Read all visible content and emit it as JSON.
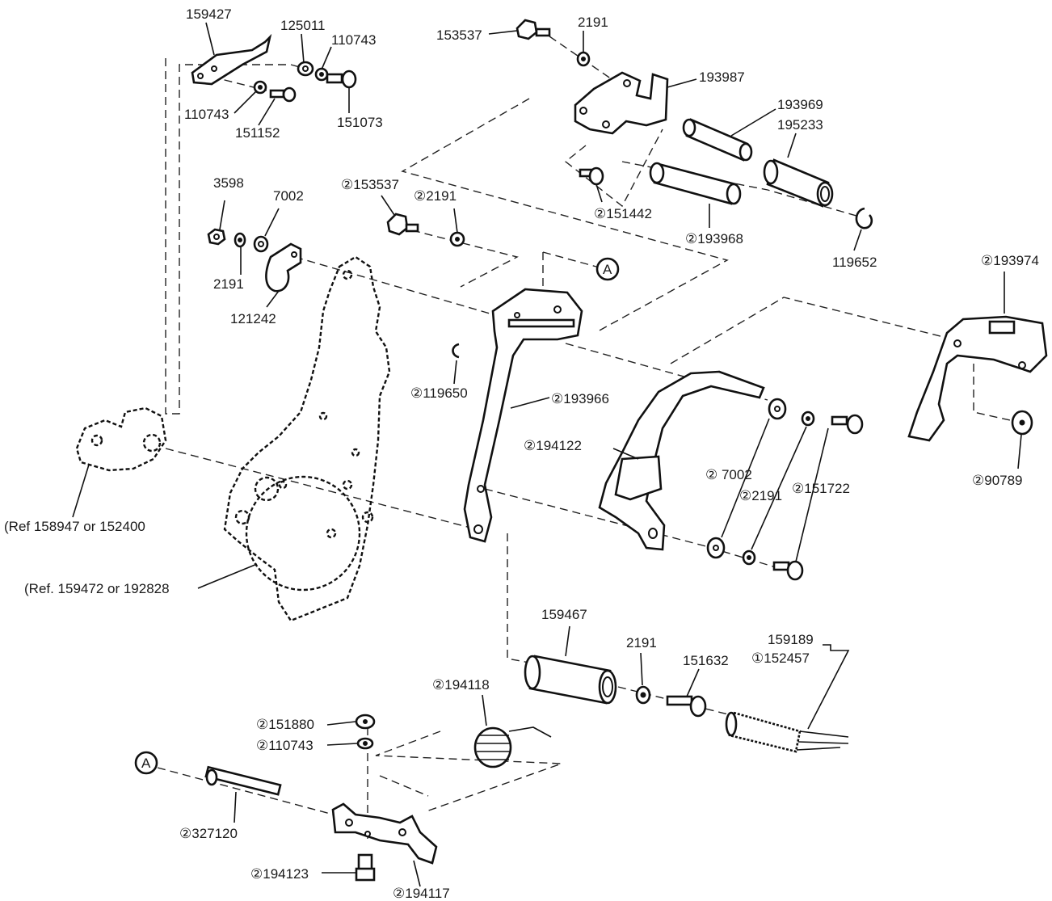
{
  "labels": {
    "p159427": "159427",
    "p125011": "125011",
    "p110743a": "110743",
    "p110743b": "110743",
    "p151152": "151152",
    "p151073": "151073",
    "p153537a": "153537",
    "p2191a": "2191",
    "p193987": "193987",
    "p193969": "193969",
    "p195233": "195233",
    "p151442": "②151442",
    "p193968": "②193968",
    "p119652": "119652",
    "p3598": "3598",
    "p7002a": "7002",
    "p2191b": "2191",
    "p121242": "121242",
    "p153537b": "②153537",
    "p2191c": "②2191",
    "pA1": "A",
    "p193974": "②193974",
    "p119650": "②119650",
    "p193966": "②193966",
    "p194122": "②194122",
    "p7002b": "② 7002",
    "p2191d": "②2191",
    "p151722": "②151722",
    "p90789": "②90789",
    "ref158947": "(Ref 158947 or 152400",
    "ref159472": "(Ref. 159472 or 192828",
    "p159467": "159467",
    "p2191e": "2191",
    "p151632": "151632",
    "p159189": "159189",
    "p152457": "①152457",
    "p194118": "②194118",
    "p151880": "②151880",
    "p110743c": "②110743",
    "pA2": "A",
    "p327120": "②327120",
    "p194123": "②194123",
    "p194117": "②194117"
  }
}
